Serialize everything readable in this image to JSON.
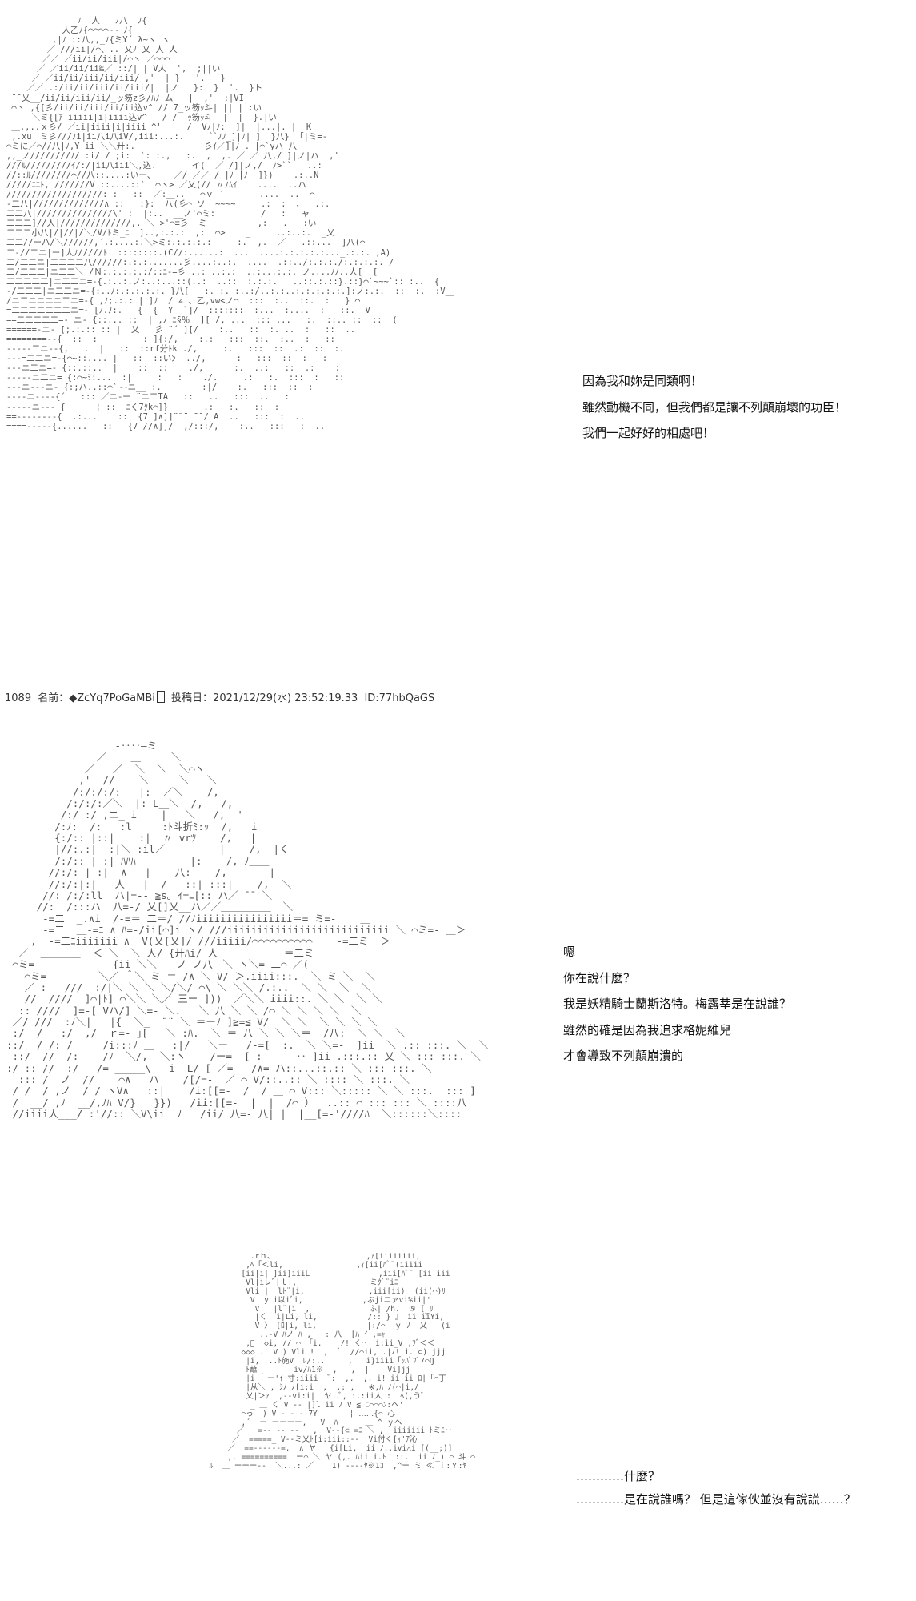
{
  "art": {
    "first": "              ﾉ  人   ﾉ八  ﾉ{\n           人乙ﾉ{⌒⌒⌒⌒~~ ﾉ{\n         ,|ﾉ ::八,,_ﾉ{ミY´ λ~ヽ ヽ\n        ／ ///ii|/⌒、.. 乂ﾉ 乂_人_人\n       ／／ ／ii/ii/iii|/⌒ヽ ／⌒⌒⌒\n      ／ ／ii/ii/ii‰／ ::/| | V人  ',  ;||い\n     ／ ／ii/ii/iii/ii/iii/ ,'  | }   '.   }\n    ／／..:/ii/ii/iii/ii/iii/|  |ノ   }:  }  '.  }ト\n ̄ ̄ 乂__/ii/ii/iii/ii/_ッ笏z彡/ﾊﾉ ム   |  ,'  ;|VI\n ⌒丶 ,{[彡/ii/ii/iii/ii/ii込v^ // 7_ッ笏ｯ斗| || | :い\n     ＼ミ{[ｱ iiiii|i|iiii込v^¨  / /_ ｯ笏ｯ斗  |  |  }.|い\n ＿,,..ｘ彡/ ／ii|iiii|i|iiii ^'     /  Vﾉ|ﾉ:  ]|  |...|. |  K\n ,.xu　ミ彡///ﾉi|ii八i八iV/,iii:...:.     ﾞﾞﾉﾉ_]|ﾉ| ]  }八}  ｢|ミ=-\n⌒ミに／⌒//八|ﾉ,Y ii ＼＼廾:.  ＿          彡ｲ／]|ﾉ|. |⌒`yハ 八\n,,_ノ////////ﾉ/ :i/ / ;i:  `: :.,   :.  ,  ,. ／ ／ 八,/ ]|ノ|ハ  ,'\n///ﾙ/////////ｲ/:/|ii八iii＼,込.       イ(  ／ /]|ノ,/ |ﾉ>``   ..:\n//::ﾙ////////⌒//八::....:いー、＿  ／/ ／／ / |ﾉ |ﾉ  ]})    .:..N\n/////ﾆﾆﾄ, ///////V ::....::`  ⌒ヽ> ／乂(// 〃ﾉﾑｲ    ....  ..ハ\n///////////////////: :   ::  ／:＿..__ ⌒ｖ ´       ....  ..  ⌒\n-二八|//////////////∧ ::   :}:  八(彡⌒ ソ  ~~~~     .:  :  、  .:.\n二二八|///////////////\\' :  |:..  __ノ'⌒ミ:         /   :   ャ\n二二二]//人|//////////////,. ＼ >'⌒≡彡  ミ          ,:   .   :い\n二二二小八|/|//|/＼/V/ﾄミ_ﾆ  ]..,:.:.:  ,:  ⌒>    _     ..:..:.  _乂\n二二//ーハ/＼//////,´.:....:.＼>ミ:.:.:.:.:     :.  ,.  ／   .::...  ]八(⌒\n二-//二ニ|ー]人ﾉ/////ﾄ  ::::::::.(C//:......:  ...  ....:.:.:.:.:..._.:.:. ,A)\n二/二二ニ|二二二二八//////:.:.:.......彡....:..:.  ....  .::../:.:.:./:.:.:.:. /\n二/二二二|ニ二二＼ /Ｎ:.:.:.:.:/::ﾆ-=彡 ..: ..:.:  ..:...:.:. ノ....ﾉﾉ..人[  [\n二二二二二|ニ二二ニ=-{.:..:.ノ:..:...::(..:  ..::  :.:.:.   ..::.:.::}.::}⌒`~~~`:: :..  {\n-/二二二|ニ二二ニ=-{:..ﾉ:.:.:.:.:. }八[   :. :. :..:/..:.:..:.:.:.:.:.]:ノ:.:.  ::  :.  :V__\n/ニ二ニニニニ二ニ=-{ ,ﾉ;.:.: | ]ﾉ  / ∠ 、乙,vw<ノ⌒  :::  :..  ::.  :   } ⌒\n=二二二二二二二ニ=- [ﾉ.ﾉ:.   {  {  Y ¨`]/  :::::::  :...  :....  :   ::.  V\n==二二二二二=- ニ- {::... ::  | ,ﾉ ﾆ§％  ][ /, ...  ::: ...   :.  ::.. ::  ::  (\n======-ニ- [;.:.:: :: |  乂   彡 ¨´ ][/    :..   ::  :. ..  :   ::  ..\n========--{  ::  :  |      : ]{:/,    :.:   :::  ::.  :..  :   ::\n-----二ニ--{,   .  |   ::  ::rf分ﾄk ./,     :.   :::  ::  .:  ::  :.\n---=二二ニ=-{⌒~::.... |   ::  ::いﾝ  ../,      :   :::  ::  :   :\n---ニ二ニ=- {::.::..  |    ::  ::    ./,      :.  ..:   ::  .:    :\n-----ニ二ニ= {:⌒~ﾐ:...  :|     :   :    ./.     .:   :.  :::  :   ::\n---ニ---ニ- {:;ハ..::⌒`~~ニ__ :.        :|/    :.   :::  ::  :\n----ニ----{´   ::: ／ニ-ー ¨ニ二TA   ::   ..   :::  ..   :\n-----ニ--- {      ¦ ::  ﾆく7ｸk⌒]}       .:   :.   ::  :\n==--------{  .:...    ::  {7 ]∧]]¨¨¨ ̄ ̄ / A  ..   :::  :  ..\n====-----{......   ::   {7 //∧]]/  ,/:::/,    :..   :::   :  ..",
    "second": "                  -‥‥―ミ\n               ／    ＿     ＼\n             ／   ／  ＼  ＼  ＼⌒ヽ\n            ,'  //    ＼     ＼   ＼\n           /:/:/:/:   |:  ／＼    /,\n          /:/:/:／＼  |: L＿＼  /,   /,\n         /:/ :/ ,ニ_ i    |   ＼   /,  '\n        /:ﾉ:  /:   :l     :ﾄ斗折ﾐ:ｯ  /,   i\n        {:/:: |::|    :|  〃 vrﾂ    /,   |\n        |//:.:|  :|＼ :il／         |    /,  |く\n        /:/:: | :| ﾊﾊﾊ         |:    /, ﾉ＿＿\n       //:/: | :|  ∧   |    八:    /,  ＿＿＿|\n       //:/:|:|   人   |  /   ::| :::|    /,  ＼＿\n      //: /:/:ll  ハ|=-- ≧s｡ ｲ=ﾆ[:: ハ／ ̄ ̄  ＼\n     //:  /:::ハ  八=-/ 乂[]乂__ハ／／＿＿＿＿＿  ＼\n      -=二  _.∧i  /-=＝ 二＝/ //ﾉiiiiiiiiiiiiiiii＝= ミ=-    ＿\n      -=二  ＿-=ﾆ ∧ ﾊ=-/ii[⌒]i ヽ/ ///iiiiiiiiiiiiiiiiiiiiiiiiiii ＼ ⌒ミ=- ＿＞\n    ,  -=二ﾆiiiiiii ∧  V(乂[乂]/ ///iiiii/⌒⌒⌒⌒⌒⌒⌒⌒⌒⌒    -=二ミ  ＞\n  ／  ＿＿＿＿  ＜ ＼  ＼ 人/ {廾ﾊi/ 人           ＝二ミ\n ⌒ミ=-    ＿＿＿   {ii ＼＼＿＿ノ ノ八＿＼ ヽ＼=-二⌒ ／(\n   ⌒ミ=-＿＿＿＿ ＼／ ＾＼-ミ ＝ /∧ ＼ V/ ＞.iiii:::.  ＼ ミ ＼  ＼\n   ／ :   ///  :/|＼ ＼ ＼ ＼/＼/ ⌒\\ ＼ ＼＼ /.:..  ＼ ＼  ＼  ＼\n   //  ////  ]⌒|ﾄ] ⌒＼＼ ＼／ 三ー ]))  ／＼＼ iiii::. ＼ ＼  ＼ ＼\n  :: ////  ]=-[ Vハ/] ＼=- ＼.   ＼ 八 ＼ ＼ /⌒ ＼ ＼ ＼ ＼  ＼\n ／/ ///  :ﾉ＼|   |{  ＼_  ¨¨ ＼ ＝ーﾉ ]≧=≦ V/  ＼ ＼  ＼ ＼ ＼ ＼\n :/  /   :/  ,/  ｒ=- ｣[   ＼ :ﾊ.  ＼ ＝ 八 ＼ ＼ ＼＝  /八:  ＼ ＼  ＼\n::/  / /: /     /i:::ﾉ ＿   :|/   ＼ー   /-=[  :.  ＼ ＼=-  ]ii  ＼ .:: :::. ＼  ＼\n ::/  //  /:    /ﾉ  ＼/,  ＼:ヽ    /ー=  [ :  ＿  ‥ ]ii .:::.:: 乂 ＼ ::: :::. ＼\n:/ :: //  :/   /=-_____\\   i  L/ [ ／=-  /∧=-ハ::...::.:: ＼ ::: :::. ＼\n  ::: /  ノ  //    ⌒∧   ハ    /[/=-  ／ ⌒ V/::..:: ＼ :::: ＼ :::. ＼\n / /  / ,ノ  / / ヽV∧   ::|    /i:[[=-  /  / ＿ ⌒ V::: ＼::::: ＼ ＼ :::.  ::: ]\n /  __/ ,ﾉ  __/,ﾉﾊ V/}   }})   /ii:[[=-  |  |  /⌒ ）  ..:: ⌒ ::: ::: ＼ ::::八\n //iiii人___/ :'//:: ＼V\\ii  ﾉ   /ii/ 八=- 八| |  |__[=-'////ﾊ  ＼::::::＼::::",
    "third": "           .rｈ、                    ,ｧ[iiiiiiii,\n          ,ﾍ「＜li,                ,ｨ[ii[ﾊﾟ¨(iiiii\n         [ii|i| ]ii]iiiL               ,iii[ﾊﾟ¨ [ii|iii\n          Vl|iレﾞ|ｌ|,                ミｸﾞ¨iﾆ\n          Vli |  lﾄ¨|i,              ,iii[ii)  (ii(⌒)ﾘ\n           V  y i以iﾞi,             ,ぷjiニァvi%ii|'\n            V   |l¨|i  ,             ふ| /h.  ⑤ [_ﾘ\n            |く  i|Li, li,           /:: } 』 ii iiYi,\n            V 〉|[ﾛ|i, li,           |:/⌒  ｙ ﾉ  乂 | (i\n             ..-V ﾊノ ﾊ ,   : 八  [ﾊ ｲ ,=ｬ\n          ,ﾞ  ◇i, // ⌒ 「i.    /! く⌒  i:ii_V ,ﾌﾞ＜＜\n         ◇◇◇ .  V ) Vli !  ,  ﾞ  //⌒ii, .|ﾉ! i. ⊂) jjj\n          |i,  ..ﾄ施V  ﾚ/:..     ,   i}iiii「ｯﾊﾟﾌﾞ7⌒Ŋ\n          ﾄ蘸        iv/ﾊ1※  ,   ,  |    Vi]jj\n          |i ｀ー'ｲ 寸:iiii  ﾞ:  ,.  ,. i! ii!ii ﾛ|「⌒丁\n          |从＼ , ｼﾉ ﾉ[i:i  ,  .: ,   ※,ﾊ ﾉ(⌒|i,ﾉ\n          乂|＞ｧ  ,--vi:i|  ヤ..ﾞ, :.:ii人 :  ﾍ(,うﾞ\n           _ ＿ く V -- |]l ii ﾉ V ≦ ﾆ⌒⌒⌒ﾝ:ヘ'\n         ⌒っ  ) V - - - 7Y       ¦ ‥‥‥{⌒ 心\n         ,´  ー ーーーー,   V  ﾊ      ＿ ^ ｙヘ\n        ／   =-- -- --   ,  V--{⊂ =ﾆ ＼ ,  iiiiiii ﾄミﾆ‥\n       ／  =====_ V--ミ乂ﾄ[i:iii::--  Vi付く[ｨ'ｱ沁\n      ／  ==------=.  ∧ ヤ   {i[Li,  ii ﾉ..ivi△i [(__;)]\n      ,. ==========  ー⌒ ＼ ヤ (,. ﾊii i.ﾄ  ::.  ii ﾉ_) ⌒ 斗 ⌒ \n  ﾙ  ＿ ーーー--  ＼...: ／    1) ----ﾔ※1ｺ  ,^ー ミ ≪ ｉ:Ｙ:ﾔ"
  },
  "dialogues": {
    "first": [
      "因為我和妳是同類啊！",
      "雖然動機不同，但我們都是讓不列顛崩壞的功臣！",
      "我們一起好好的相處吧！"
    ],
    "second": [
      "嗯",
      "你在說什麼？",
      "我是妖精騎士蘭斯洛特。梅露莘是在說誰？",
      "雖然的確是因為我追求格妮維兒",
      "才會導致不列顛崩潰的"
    ],
    "third": [
      "…………什麼？",
      "…………是在說誰嗎？ 但是這傢伙並沒有說謊……？"
    ]
  },
  "post": {
    "number": "1089",
    "name_label": "名前：",
    "name": "◆ZcYq7PoGaMBi",
    "date_label": "投稿日：",
    "date": "2021/12/29(水) 23:52:19.33",
    "id": "ID:77hbQaGS"
  }
}
